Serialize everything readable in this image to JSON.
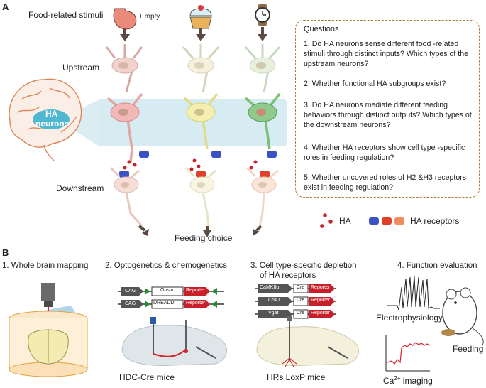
{
  "panel_a": {
    "letter": "A",
    "stimuli_label": "Food-related stimuli",
    "empty_label": "Empty",
    "upstream_label": "Upstream",
    "downstream_label": "Downstream",
    "ha_neurons_label": "HA\nneurons",
    "ha_neurons_line1": "HA",
    "ha_neurons_line2": "neurons",
    "feeding_choice_label": "Feeding choice",
    "legend_ha": "HA",
    "legend_receptors": "HA receptors",
    "questions_title": "Questions",
    "questions": [
      "1.  Do HA neurons sense different food -related stimuli through distinct inputs? Which types of the upstream neurons?",
      "2. Whether functional HA subgroups exist?",
      "3. Do HA neurons mediate different feeding behaviors through distinct outputs? Which types of the downstream neurons?",
      "4.  Whether HA receptors show cell type -specific roles in feeding regulation?",
      "5. Whether uncovered roles of H2 &H3 receptors exist in feeding regulation?"
    ]
  },
  "panel_b": {
    "letter": "B",
    "step1": "1. Whole brain mapping",
    "step2": "2. Optogenetics & chemogenetics",
    "step3_line1": "3. Cell type-specific depletion",
    "step3_line2": "of HA receptors",
    "step4": "4. Function evaluation",
    "constructs_2": [
      {
        "promoter": "CAG",
        "gene": "Opsin",
        "reporter": "Reporter"
      },
      {
        "promoter": "CAG",
        "gene": "DREADD",
        "reporter": "Reporter"
      }
    ],
    "constructs_3": [
      {
        "promoter": "CaMKIIα",
        "gene": "Cre",
        "reporter": "Reporter"
      },
      {
        "promoter": "ChAT",
        "gene": "Cre",
        "reporter": "Reporter"
      },
      {
        "promoter": "Vgat",
        "gene": "Cre",
        "reporter": "Reporter"
      }
    ],
    "hdc_cre_label": "HDC-Cre mice",
    "hrs_loxp_label": "HRs LoxP mice",
    "electrophysiology_label": "Electrophysiology",
    "calcium_label_prefix": "Ca",
    "calcium_label_sup": "2+",
    "calcium_label_suffix": " imaging",
    "feeding_label": "Feeding"
  },
  "colors": {
    "neuron_red": "#f2b8b5",
    "neuron_yellow": "#f3efb0",
    "neuron_green": "#8fca8a",
    "ha_dot": "#c8202a",
    "receptor_blue": "#3a52c4",
    "receptor_red": "#e0402a",
    "band": "#d6ebf2",
    "hypothalamus": "#4fb8d0",
    "box_border": "#b07a3a",
    "reporter": "#c8202a",
    "promoter": "#555555",
    "loxp": "#2a8a3a"
  }
}
